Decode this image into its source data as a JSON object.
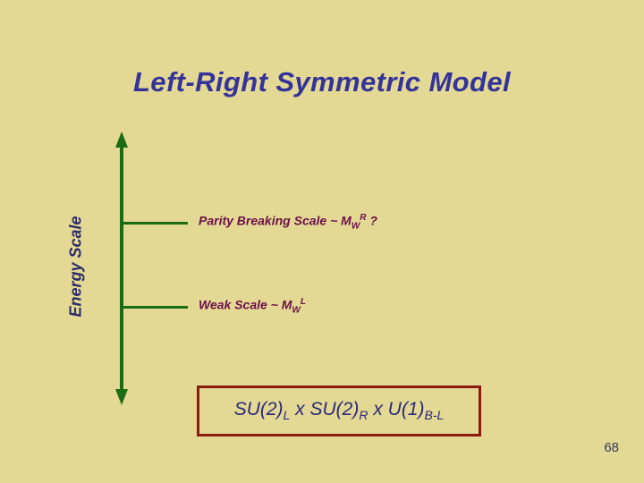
{
  "slide": {
    "background_color": "#E3D894",
    "title": "Left-Right Symmetric Model",
    "title_color": "#333399",
    "page_number": "68"
  },
  "axis": {
    "label": "Energy Scale",
    "label_color": "#2B2B6B",
    "line_color": "#1A6B14",
    "arrow_style": "double-headed-vertical",
    "direction_note": "energy increases upward"
  },
  "scales": [
    {
      "id": "parity-breaking-scale",
      "text_prefix": "Parity Breaking Scale ~ M",
      "subscript": "W",
      "superscript": "R",
      "text_suffix": " ?",
      "full_text": "Parity Breaking Scale ~ M_W^R ?",
      "color": "#6B1048"
    },
    {
      "id": "weak-scale",
      "text_prefix": "Weak Scale ~ M",
      "subscript": "W",
      "superscript": "L",
      "text_suffix": "",
      "full_text": "Weak Scale ~ M_W^L",
      "color": "#6B1048"
    }
  ],
  "gauge_group": {
    "segments": [
      {
        "base": "SU(2)",
        "sub": "L"
      },
      {
        "base": " x SU(2)",
        "sub": "R"
      },
      {
        "base": " x U(1)",
        "sub": "B-L"
      }
    ],
    "full_text": "SU(2)_L x SU(2)_R x U(1)_B-L",
    "text_color": "#2A2A7A",
    "border_color": "#8B1A10"
  }
}
